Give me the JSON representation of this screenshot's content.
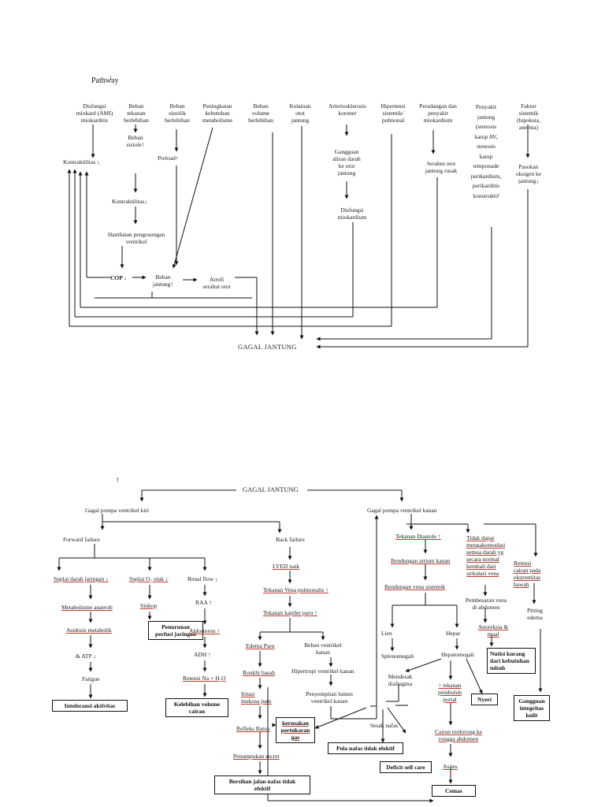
{
  "pathway1": {
    "title": "Pathway",
    "causes": [
      "Disfungsi\nmiokard (AMI)\nmiokarditis",
      "Beban\ntekanan\nberlebihan",
      "Beban\nsistolik\nberlebihan",
      "Peningkatan\nkebutuhan\nmetabolisme",
      "Beban\nvolume\nberlebihan",
      "Kelainan\notot\njantung",
      "Arteriosklerosis\nkoroner",
      "Hipertensi\nsistemik/\npulmonal",
      "Peradangan dan\npenyakit\nmiokardium",
      "Penyakit\njantung\n(stenosis\nkatup AV,\nstenosis\nkatup\ntemponade\nperikardium,\nperikarditis\nkonstruktif",
      "Faktor\nsistemik\n(hipoksia,\nanemia)"
    ],
    "kontraktilitas": "Kontraktilitas ↓",
    "beban_sistole": "Beban\nsistole↑",
    "preload": "Preload↑",
    "kontraktilitas2": "Kontraktilitas↓",
    "hambatan": "Hambatan pengosongan\nventrikel",
    "cop": "COP ↓",
    "beban_jantung": "Beban\njantung↑",
    "atrofi": "Atrofi\nserabut otot",
    "gangguan_aliran": "Gangguan\naliran darah\nke otot\njantung",
    "disfungsi_miokardium": "Disfungsi\nmiokardium",
    "serabut_otot": "Serabut otot\njantung rusak",
    "pasokan_oksigen": "Pasokan\noksigen ke\njantung↓",
    "gagal_jantung": "GAGAL JANTUNG"
  },
  "pathway2": {
    "marker": "!",
    "gagal_jantung": "GAGAL JANTUNG",
    "left": {
      "title": "Gagal pompa ventrikel kiri",
      "forward": "Forward failure",
      "suplai_darah": "Suplai darah jaringan ↓",
      "metabolisme": "Metabolisme anaerob",
      "asidosis": "Asidosis metabolik",
      "atp": "& ATP ↓",
      "fatigue": "Fatigue",
      "box_intoleransi": "Intoleransi aktivitas",
      "suplai_o2": "Suplai O₂ otak ↓",
      "sinkop": "Sinkop",
      "box_penurunan": "Penurunan\nperfusi jaringan",
      "renal": "Renal flow ↓",
      "raa": "RAA ↑",
      "aldosteron": "Aldosteron ↑",
      "adh": "ADH ↑",
      "retensi": "Retensi Na + H₂O",
      "box_kelebihan": "Kelebihan volume\ncairan",
      "back": "Back failure",
      "lved": "LVED naik",
      "tekanan_vena": "Tekanan Vena pulmonalis ↑",
      "tekanan_kapiler": "Tekanan kapiler paru ↑",
      "edema": "Edema Paru",
      "ronkhi": "Ronkhi basah",
      "iritasi": "Iritasi\nmukosa paru",
      "refleks": "Refleks Batuk",
      "penumpukan": "Penumpukan secret",
      "box_bersihan": "Bersihan jalan nafas tidak\nefektif",
      "box_gas": "kerusakan\npertukaran\ngas",
      "beban_ventrikel": "Beban ventrikel\nkanan",
      "hipertropi": "Hipertropi ventrikel kanan",
      "penyempitan": "Penyempitan lumen\nventrikel kanan"
    },
    "right": {
      "title": "Gagal pompa ventrikel kanan",
      "tekanan_diastole": "Tekanan Diastole ↑",
      "bendungan_atrium": "Bendungan atrium kanan",
      "bendungan_vena": "Bendungan vena sistemik",
      "lien": "Lien",
      "hepar": "Hepar",
      "splenomegali": "Splenomegali",
      "hepatomegali": "Hepatomegali",
      "mendesak": "Mendesak\ndiafragma",
      "tekanan_portal": "↑ tekanan\npembuluh\nportal",
      "sesak": "Sesak nafas",
      "box_pola": "Pola nafas tidak efektif",
      "box_deficit": "Deficit self care",
      "cairan": "Cairan terdorong ke\nrongga abdomen",
      "asites": "Asites",
      "box_cemas": "Cemas",
      "box_nyeri": "Nyeri",
      "tidak_dapat": "Tidak dapat\nmengakomodasi\nsemua darah yg\nsecara normal\nkembali dari\nsirkulasi vena",
      "pembesaran": "Pembesaran vena\ndi abdomen",
      "anoreksia": "Anoreksia &\nmual",
      "box_nutrisi": "Nutisi kurang\ndari kebutuhan\ntubuh",
      "retensi_cairan": "Retensi\ncairan pada\nekstremitas\nbawah",
      "pitting": "Pitting\nedema",
      "box_integritas": "Gangguan\nintegritas\nkulit"
    }
  }
}
